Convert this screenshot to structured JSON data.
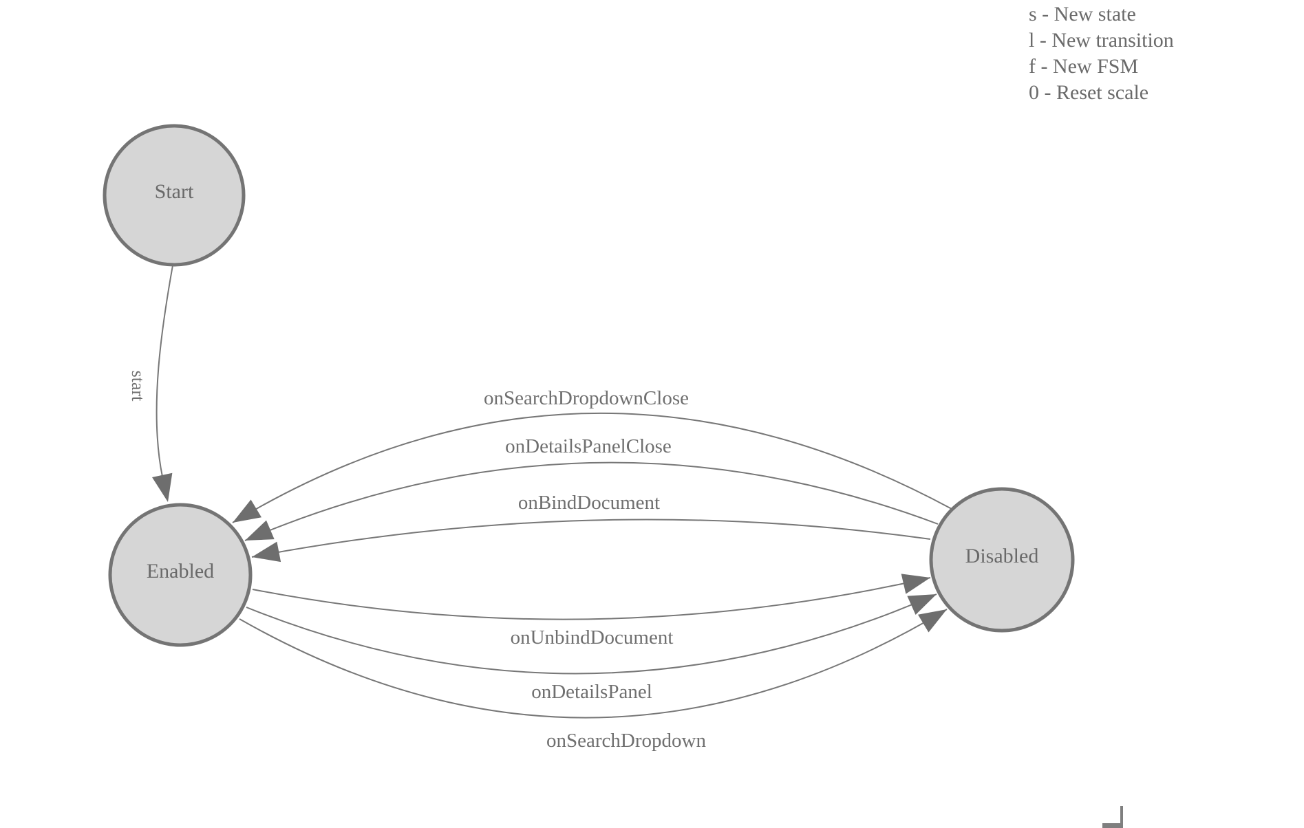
{
  "legend": {
    "items": [
      "s - New state",
      "l - New transition",
      "f - New FSM",
      "0 - Reset scale"
    ]
  },
  "fsm": {
    "states": [
      {
        "id": "start",
        "label": "Start"
      },
      {
        "id": "enabled",
        "label": "Enabled"
      },
      {
        "id": "disabled",
        "label": "Disabled"
      }
    ],
    "transitions": [
      {
        "event": "start",
        "from": "Start",
        "to": "Enabled"
      },
      {
        "event": "onSearchDropdownClose",
        "from": "Disabled",
        "to": "Enabled"
      },
      {
        "event": "onDetailsPanelClose",
        "from": "Disabled",
        "to": "Enabled"
      },
      {
        "event": "onBindDocument",
        "from": "Disabled",
        "to": "Enabled"
      },
      {
        "event": "onUnbindDocument",
        "from": "Enabled",
        "to": "Disabled"
      },
      {
        "event": "onDetailsPanel",
        "from": "Enabled",
        "to": "Disabled"
      },
      {
        "event": "onSearchDropdown",
        "from": "Enabled",
        "to": "Disabled"
      }
    ]
  },
  "colors": {
    "state_fill": "#d6d6d6",
    "state_stroke": "#747474",
    "edge_stroke": "#777777",
    "arrow_fill": "#6e6e6e",
    "text": "#696969",
    "background": "#ffffff"
  }
}
